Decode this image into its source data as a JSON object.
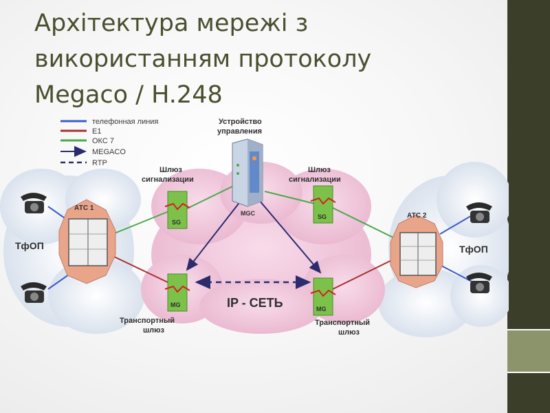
{
  "slide": {
    "title_lines": [
      "Архітектура мережі з",
      "використанням протоколу",
      "Megaco / H.248"
    ]
  },
  "legend": [
    {
      "label": "телефонная линия",
      "color": "#3c5bc8",
      "style": "solid"
    },
    {
      "label": "E1",
      "color": "#a83232",
      "style": "solid"
    },
    {
      "label": "ОКС 7",
      "color": "#4aa84a",
      "style": "solid"
    },
    {
      "label": "MEGACO",
      "color": "#2b2b6e",
      "style": "arrow"
    },
    {
      "label": "RTP",
      "color": "#2b2b6e",
      "style": "dashed"
    }
  ],
  "diagram": {
    "mgc_title_1": "Устройство",
    "mgc_title_2": "управления",
    "mgc_tag": "MGC",
    "sg_title_1": "Шлюз",
    "sg_title_2": "сигнализации",
    "sg_tag": "SG",
    "mg_tag": "MG",
    "mg_caption_1": "Транспортный",
    "mg_caption_2": "шлюз",
    "ats1": "АТС 1",
    "ats2": "АТС 2",
    "pstn": "ТфОП",
    "ip_net": "IP - СЕТЬ"
  },
  "colors": {
    "title": "#4a4f2e",
    "accent_dark": "#3b3e28",
    "accent_light": "#8c946c",
    "ip_cloud": "#f0c8dc",
    "pstn_cloud": "#dde6f0",
    "gateway_green": "#7cc24a"
  }
}
